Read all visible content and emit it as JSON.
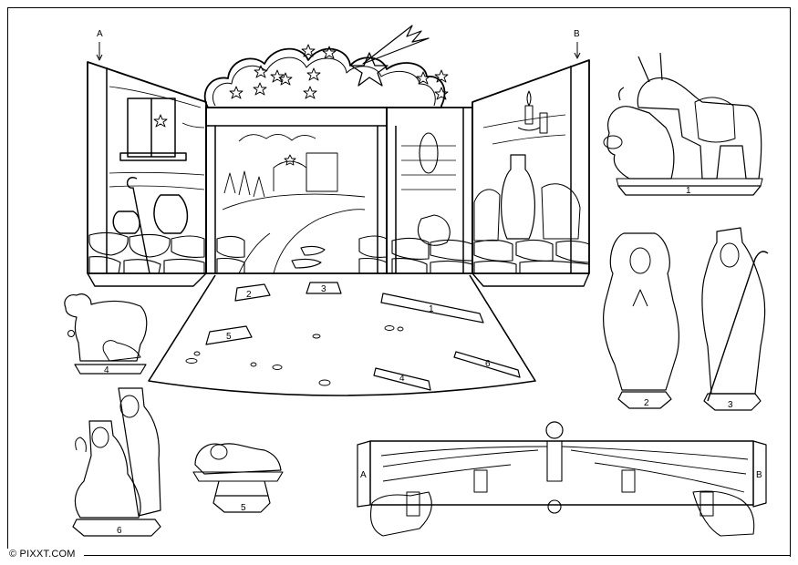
{
  "page": {
    "credit": "© PIXXT.COM",
    "colors": {
      "line": "#000000",
      "background": "#ffffff"
    }
  },
  "stable": {
    "marker_left": "A",
    "marker_right": "B",
    "floor_slots": [
      {
        "label": "2"
      },
      {
        "label": "3"
      },
      {
        "label": "1"
      },
      {
        "label": "5"
      },
      {
        "label": "6"
      },
      {
        "label": "4"
      }
    ]
  },
  "figures": {
    "ox_donkey": {
      "label": "1"
    },
    "mary": {
      "label": "2"
    },
    "joseph": {
      "label": "3"
    },
    "sheep": {
      "label": "4"
    },
    "baby_manger": {
      "label": "5"
    },
    "shepherds": {
      "label": "6"
    }
  },
  "roof_beam": {
    "tab_left": "A",
    "tab_right": "B"
  }
}
